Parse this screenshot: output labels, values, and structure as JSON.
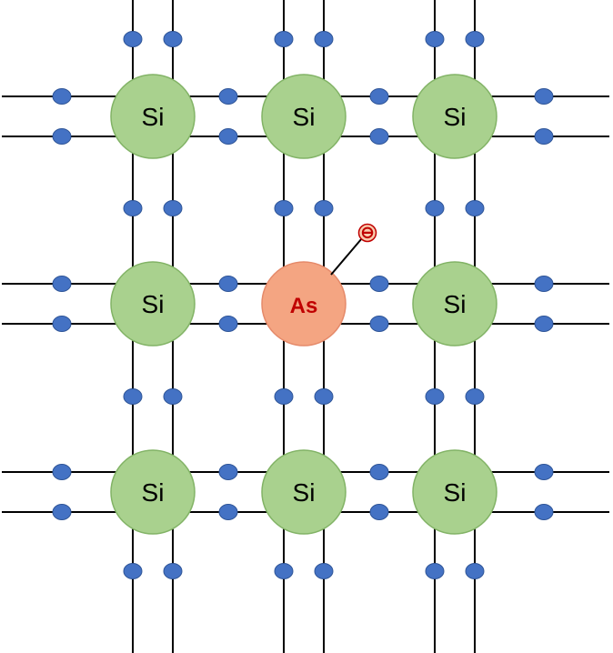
{
  "lattice": {
    "atoms": [
      {
        "row": 0,
        "col": 0,
        "symbol": "Si",
        "kind": "host"
      },
      {
        "row": 0,
        "col": 1,
        "symbol": "Si",
        "kind": "host"
      },
      {
        "row": 0,
        "col": 2,
        "symbol": "Si",
        "kind": "host"
      },
      {
        "row": 1,
        "col": 0,
        "symbol": "Si",
        "kind": "host"
      },
      {
        "row": 1,
        "col": 1,
        "symbol": "As",
        "kind": "dopant"
      },
      {
        "row": 1,
        "col": 2,
        "symbol": "Si",
        "kind": "host"
      },
      {
        "row": 2,
        "col": 0,
        "symbol": "Si",
        "kind": "host"
      },
      {
        "row": 2,
        "col": 1,
        "symbol": "Si",
        "kind": "host"
      },
      {
        "row": 2,
        "col": 2,
        "symbol": "Si",
        "kind": "host"
      }
    ],
    "free_electron": {
      "row": 1,
      "col": 1,
      "symbol": "⊖"
    }
  },
  "colors": {
    "host_fill": "#a9d18e",
    "host_stroke": "#82b366",
    "host_text": "#000000",
    "dopant_fill": "#f4a582",
    "dopant_stroke": "#e58a6a",
    "dopant_text": "#c00000",
    "electron_fill": "#4472c4",
    "electron_stroke": "#2f5597",
    "bond_line": "#000000",
    "free_electron_fill": "#f8cbad",
    "free_electron_stroke": "#c00000"
  }
}
